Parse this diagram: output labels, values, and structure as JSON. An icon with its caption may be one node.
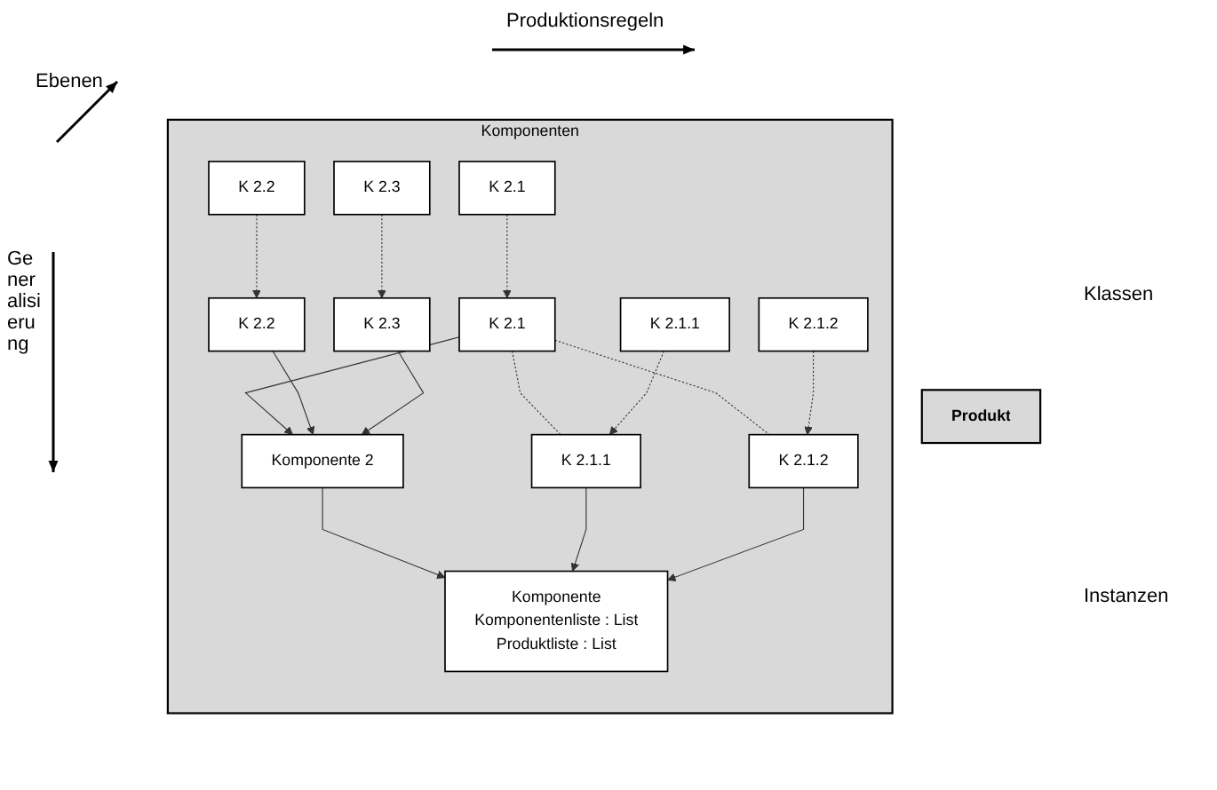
{
  "diagram": {
    "nodes": [
      {
        "text": [
          "Produkt"
        ]
      },
      {
        "text": [
          "Komponenten"
        ]
      },
      {
        "text": [
          "Komponente",
          "Komponentenliste : List",
          "Produktliste : List"
        ],
        "in": 1
      },
      {
        "text": [
          "Komponente 2"
        ],
        "in": 1
      },
      {
        "text": [
          "K 2.1.1"
        ],
        "in": 1
      },
      {
        "text": [
          "K 2.1.2"
        ],
        "in": 1
      },
      {
        "text": [
          "K 2.1"
        ],
        "in": 1
      },
      {
        "text": [
          "K 2.2"
        ],
        "in": 1
      },
      {
        "text": [
          "K 2.3"
        ],
        "in": 1
      },
      {
        "text": [
          "K 2.1"
        ],
        "in": 1
      },
      {
        "text": [
          "K 2.2"
        ],
        "in": 1
      },
      {
        "text": [
          "K 2.3"
        ],
        "in": 1
      },
      {
        "text": [
          "K 2.1.1"
        ],
        "in": 1
      },
      {
        "text": [
          "K 2.1.2"
        ],
        "in": 1
      }
    ],
    "edges": [
      {
        "from": 3,
        "to": 2,
        "arrow": "to"
      },
      {
        "from": 4,
        "to": 2,
        "arrow": "to"
      },
      {
        "from": 5,
        "to": 2,
        "arrow": "to"
      },
      {
        "from": 6,
        "to": 3,
        "arrow": "to"
      },
      {
        "from": 7,
        "to": 3,
        "arrow": "to"
      },
      {
        "from": 8,
        "to": 3,
        "arrow": "to"
      },
      {
        "from": 6,
        "to": 4,
        "arrow": "none",
        "style": "dashed"
      },
      {
        "from": 6,
        "to": 5,
        "arrow": "none",
        "style": "dashed"
      },
      {
        "from": 9,
        "to": 6,
        "arrow": "to",
        "style": "dashed"
      },
      {
        "from": 10,
        "to": 7,
        "arrow": "to",
        "style": "dashed"
      },
      {
        "from": 11,
        "to": 8,
        "arrow": "to",
        "style": "dashed"
      },
      {
        "from": 12,
        "to": 4,
        "arrow": "to",
        "style": "dashed"
      },
      {
        "from": 13,
        "to": 5,
        "arrow": "to",
        "style": "dashed"
      }
    ],
    "labels": [
      "Produktionsregeln",
      "Ebenen",
      "Generalisierung",
      "Klassen",
      "Instanzen"
    ]
  }
}
